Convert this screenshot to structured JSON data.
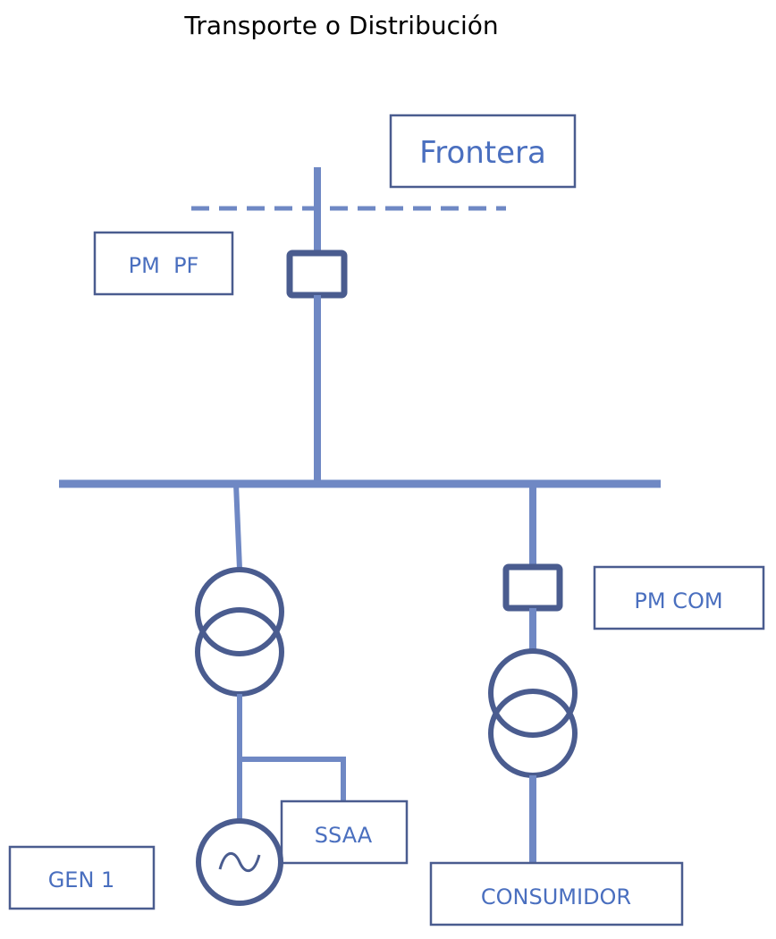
{
  "title": "Transporte o Distribución",
  "labels": {
    "frontera": "Frontera",
    "pm_pf": "PM  PF",
    "pm_com": "PM COM",
    "ssaa": "SSAA",
    "gen1": "GEN 1",
    "consumidor": "CONSUMIDOR"
  },
  "colors": {
    "line": "#6f88c4",
    "dark_stroke": "#4a5c8f",
    "label_text": "#4a6fbf",
    "title_text": "#000000"
  },
  "icons": {
    "breaker": "breaker-icon",
    "transformer": "transformer-icon",
    "generator": "ac-generator-icon"
  }
}
